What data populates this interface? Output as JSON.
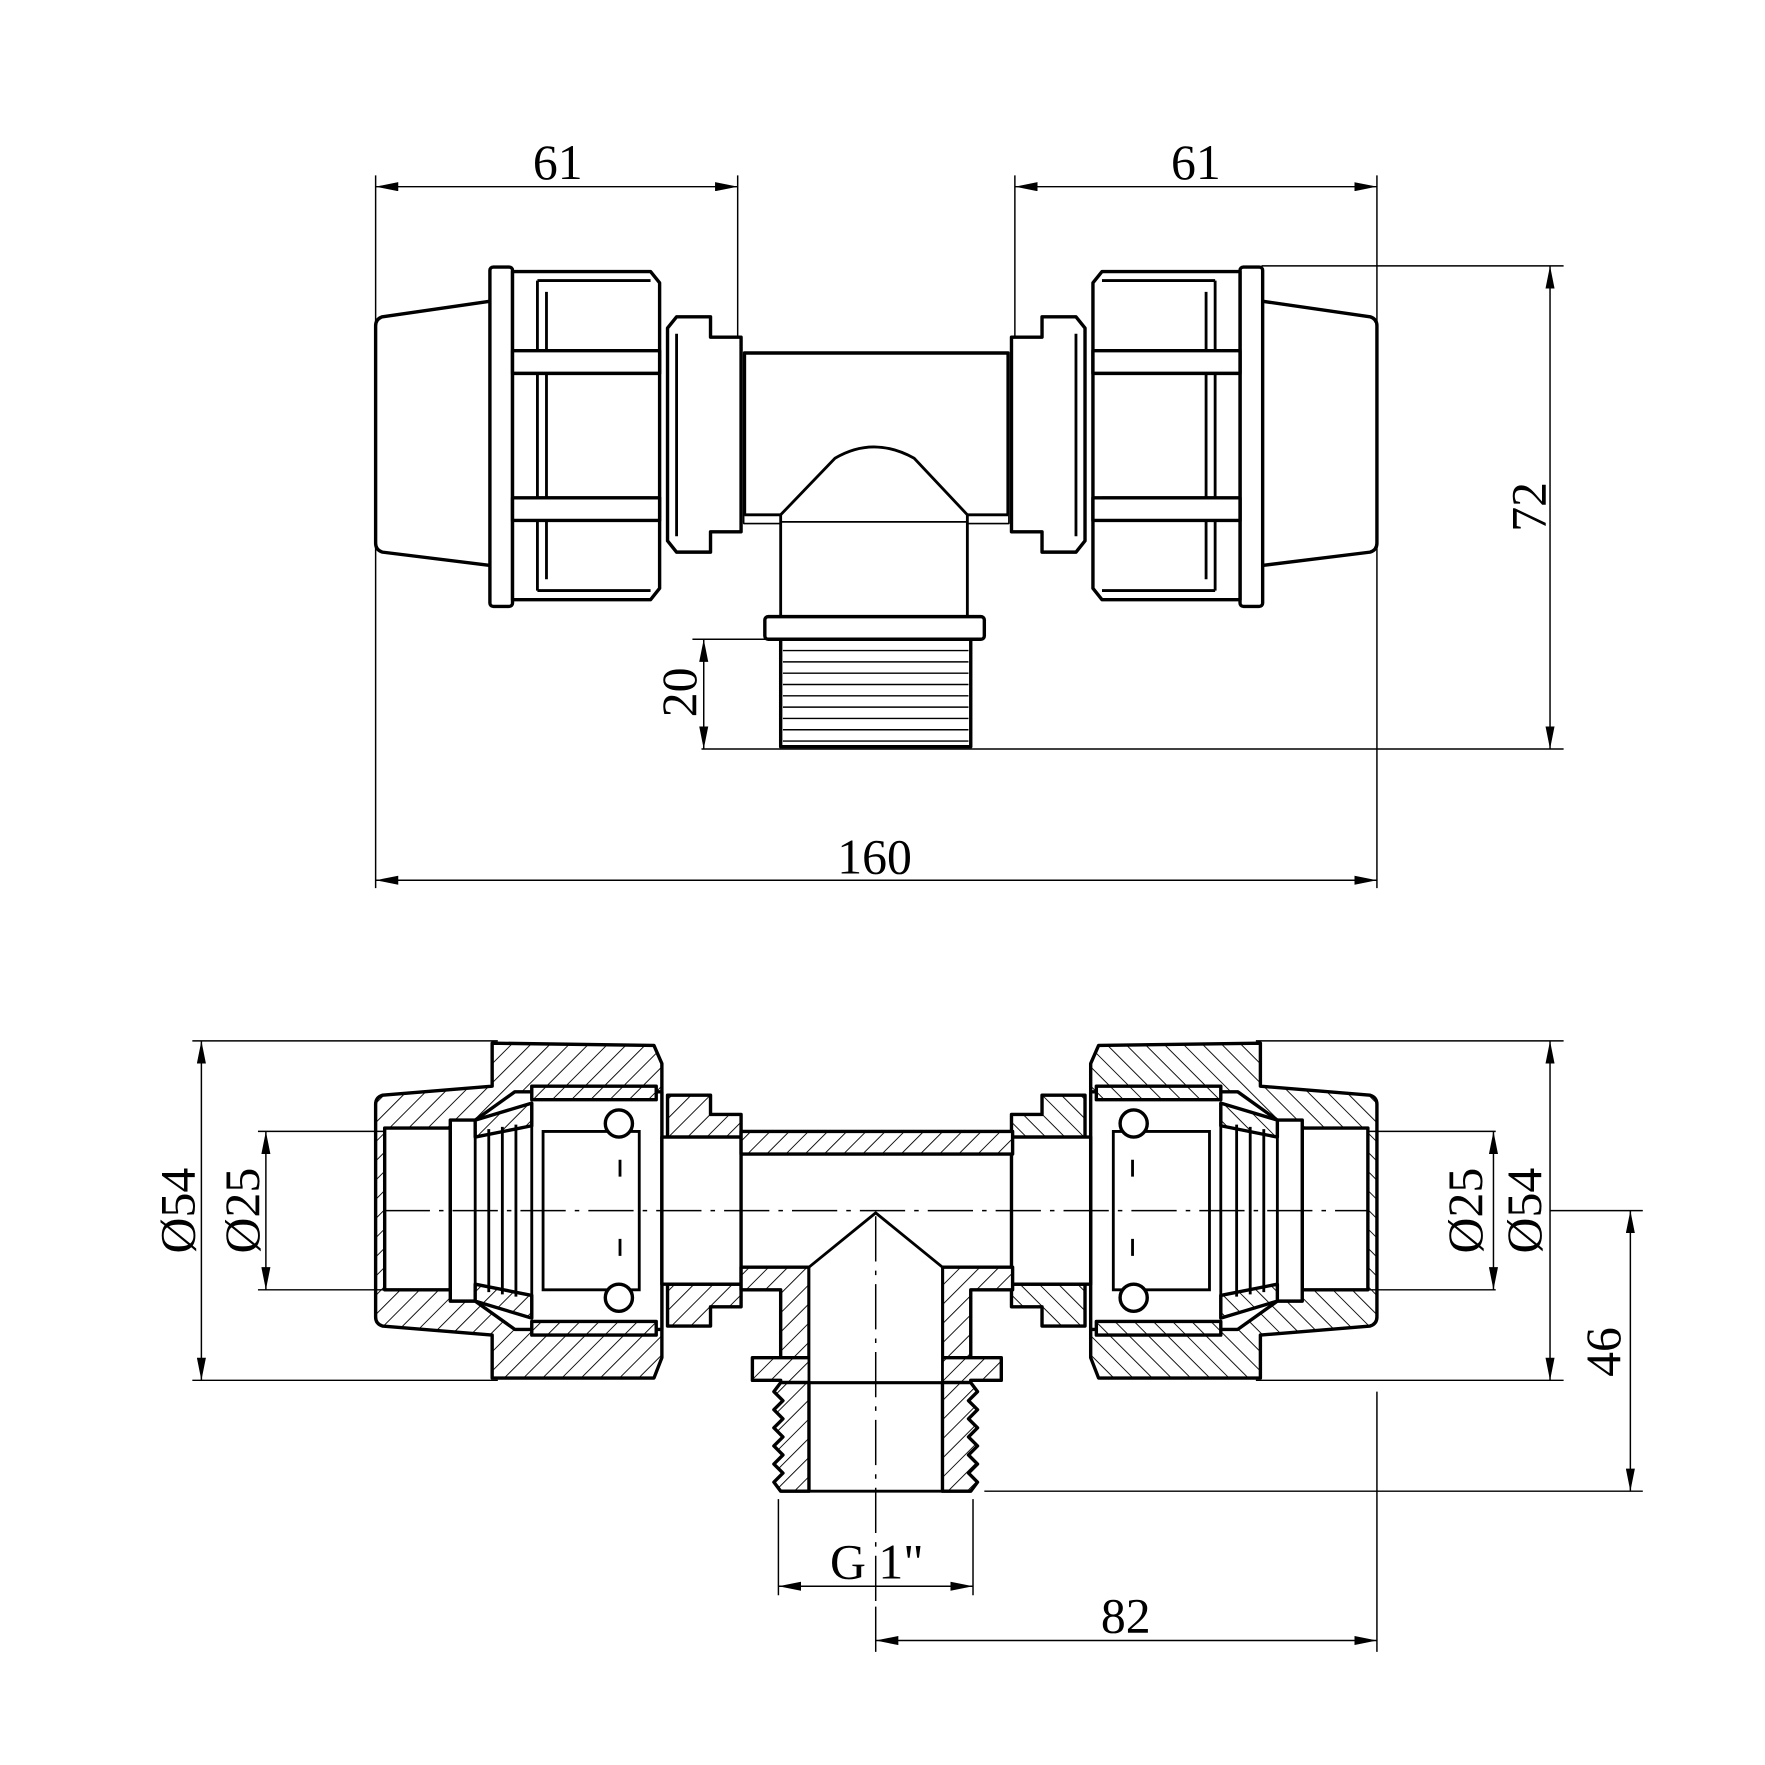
{
  "drawing": {
    "top_view": {
      "dim_left_length": "61",
      "dim_right_length": "61",
      "dim_height": "72",
      "dim_thread_length": "20",
      "dim_total_length": "160"
    },
    "section_view": {
      "dim_outer_diameter_left": "Ø54",
      "dim_pipe_diameter_left": "Ø25",
      "dim_pipe_diameter_right": "Ø25",
      "dim_outer_diameter_right": "Ø54",
      "dim_branch_height": "46",
      "dim_thread_size": "G 1\"",
      "dim_half_length": "82"
    }
  }
}
